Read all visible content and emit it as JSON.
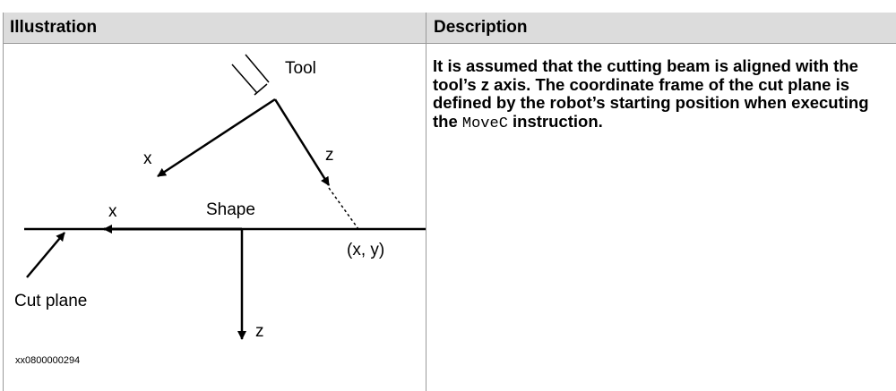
{
  "table": {
    "header_illustration": "Illustration",
    "header_description": "Description"
  },
  "description": {
    "text_before": "It is assumed that the cutting beam is aligned with the tool’s z axis. The coordinate frame of the cut plane is defined by the robot’s starting position when executing the ",
    "code": "MoveC",
    "text_after": " instruction."
  },
  "figure": {
    "label_tool": "Tool",
    "label_x_tool": "x",
    "label_z_tool": "z",
    "label_x_plane": "x",
    "label_shape": "Shape",
    "label_xy": "(x, y)",
    "label_cut_plane": "Cut plane",
    "label_z_plane": "z",
    "figure_id": "xx0800000294"
  }
}
